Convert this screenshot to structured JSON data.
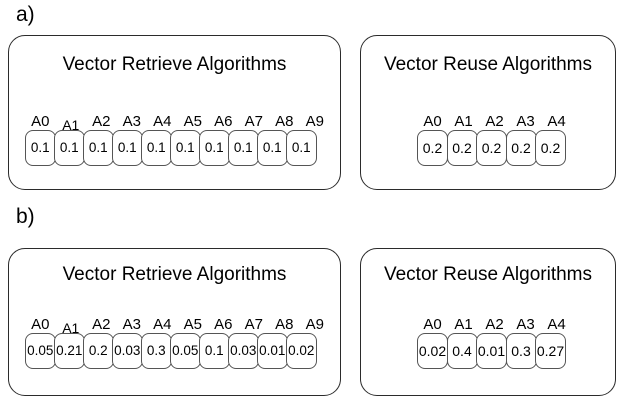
{
  "figure": {
    "background_color": "#ffffff",
    "line_color": "#2b2b2b",
    "cell_border_color": "#555555",
    "text_color": "#000000"
  },
  "subfigures": [
    {
      "label": "a)",
      "panels": [
        {
          "title": "Vector Retrieve Algorithms",
          "labels": [
            "A0",
            "A1",
            "A2",
            "A3",
            "A4",
            "A5",
            "A6",
            "A7",
            "A8",
            "A9"
          ],
          "values": [
            "0.1",
            "0.1",
            "0.1",
            "0.1",
            "0.1",
            "0.1",
            "0.1",
            "0.1",
            "0.1",
            "0.1"
          ]
        },
        {
          "title": "Vector Reuse Algorithms",
          "labels": [
            "A0",
            "A1",
            "A2",
            "A3",
            "A4"
          ],
          "values": [
            "0.2",
            "0.2",
            "0.2",
            "0.2",
            "0.2"
          ]
        }
      ]
    },
    {
      "label": "b)",
      "panels": [
        {
          "title": "Vector Retrieve Algorithms",
          "labels": [
            "A0",
            "A1",
            "A2",
            "A3",
            "A4",
            "A5",
            "A6",
            "A7",
            "A8",
            "A9"
          ],
          "values": [
            "0.05",
            "0.21",
            "0.2",
            "0.03",
            "0.3",
            "0.05",
            "0.1",
            "0.03",
            "0.01",
            "0.02"
          ]
        },
        {
          "title": "Vector Reuse Algorithms",
          "labels": [
            "A0",
            "A1",
            "A2",
            "A3",
            "A4"
          ],
          "values": [
            "0.02",
            "0.4",
            "0.01",
            "0.3",
            "0.27"
          ]
        }
      ]
    }
  ],
  "chart_data": {
    "type": "table",
    "title": "",
    "panels": [
      {
        "subfigure": "a)",
        "name": "Vector Retrieve Algorithms",
        "categories": [
          "A0",
          "A1",
          "A2",
          "A3",
          "A4",
          "A5",
          "A6",
          "A7",
          "A8",
          "A9"
        ],
        "values": [
          0.1,
          0.1,
          0.1,
          0.1,
          0.1,
          0.1,
          0.1,
          0.1,
          0.1,
          0.1
        ]
      },
      {
        "subfigure": "a)",
        "name": "Vector Reuse Algorithms",
        "categories": [
          "A0",
          "A1",
          "A2",
          "A3",
          "A4"
        ],
        "values": [
          0.2,
          0.2,
          0.2,
          0.2,
          0.2
        ]
      },
      {
        "subfigure": "b)",
        "name": "Vector Retrieve Algorithms",
        "categories": [
          "A0",
          "A1",
          "A2",
          "A3",
          "A4",
          "A5",
          "A6",
          "A7",
          "A8",
          "A9"
        ],
        "values": [
          0.05,
          0.21,
          0.2,
          0.03,
          0.3,
          0.05,
          0.1,
          0.03,
          0.01,
          0.02
        ]
      },
      {
        "subfigure": "b)",
        "name": "Vector Reuse Algorithms",
        "categories": [
          "A0",
          "A1",
          "A2",
          "A3",
          "A4"
        ],
        "values": [
          0.02,
          0.4,
          0.01,
          0.3,
          0.27
        ]
      }
    ]
  }
}
